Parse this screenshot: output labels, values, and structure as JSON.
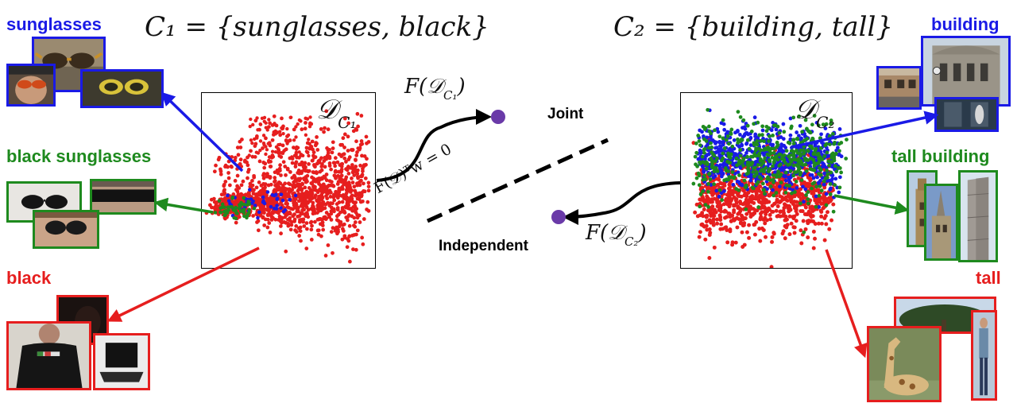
{
  "headings": {
    "c1_set": "C₁ = {sunglasses, black}",
    "c2_set": "C₂ = {building, tall}"
  },
  "left_labels": {
    "sunglasses": "sunglasses",
    "black_sunglasses": "black sunglasses",
    "black": "black"
  },
  "right_labels": {
    "building": "building",
    "tall_building": "tall building",
    "tall": "tall"
  },
  "panels": {
    "d_c1": "𝒟",
    "d_c1_sub": "C₁",
    "d_c2": "𝒟",
    "d_c2_sub": "C₂"
  },
  "center": {
    "f_dc1": "F(𝒟",
    "f_dc1_sub": "C₁",
    "f_dc1_close": ")",
    "f_dc2": "F(𝒟",
    "f_dc2_sub": "C₂",
    "f_dc2_close": ")",
    "joint": "Joint",
    "independent": "Independent",
    "hyperplane": "F(𝒟)ᵀw = 0"
  },
  "colors": {
    "blue": "#1a1ae6",
    "green": "#1e8a1e",
    "red": "#e61e1e",
    "purple": "#6a3aa8"
  }
}
